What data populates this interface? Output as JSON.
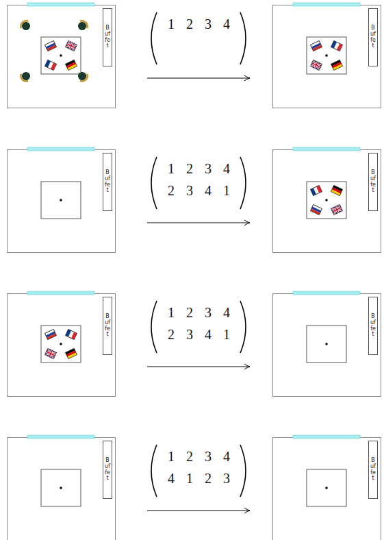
{
  "diagram": {
    "nodes": [
      {
        "text": [
          "Buffet"
        ]
      },
      {
        "text": [
          "Buffet"
        ]
      },
      {
        "text": [
          "Buffet"
        ]
      },
      {
        "text": [
          "Buffet"
        ]
      },
      {
        "text": [
          "Buffet"
        ]
      },
      {
        "text": [
          "Buffet"
        ]
      },
      {
        "text": [
          "Buffet"
        ]
      },
      {
        "text": [
          "Buffet"
        ]
      }
    ],
    "labels": [
      "1 2 3 4",
      "1 2 3 4",
      "2 3 4 1",
      "1 2 3 4",
      "2 3 4 1",
      "1 2 3 4",
      "4 1 2 3"
    ]
  }
}
